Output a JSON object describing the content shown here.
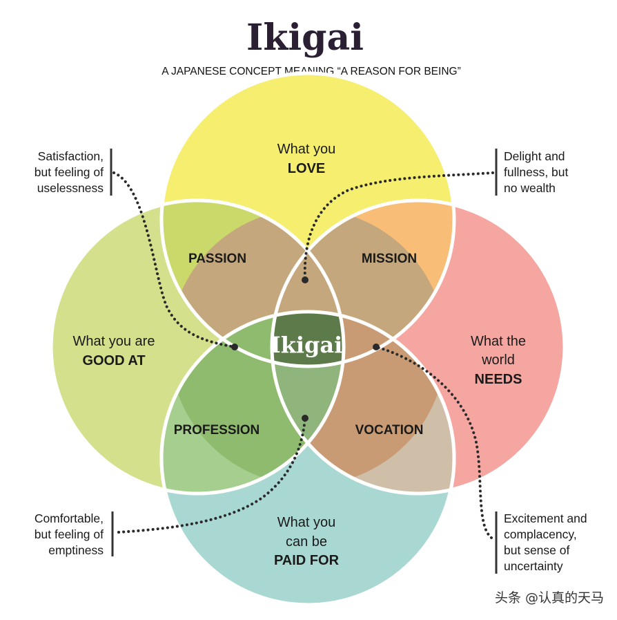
{
  "title": "Ikigai",
  "subtitle": "A JAPANESE CONCEPT MEANING “A REASON FOR BEING”",
  "circles": {
    "love": {
      "line1": "What you",
      "line2": "LOVE",
      "color": "#f5ee6e"
    },
    "good": {
      "line1": "What you are",
      "line2": "GOOD AT",
      "color": "#d4e08c"
    },
    "needs": {
      "line1": "What the",
      "line2": "world",
      "line3": "NEEDS",
      "color": "#f6a6a0"
    },
    "paid": {
      "line1": "What you",
      "line2": "can be",
      "line3": "PAID FOR",
      "color": "#a9d8d3"
    }
  },
  "overlaps": {
    "passion": {
      "label": "PASSION",
      "color": "#cbd96a"
    },
    "mission": {
      "label": "MISSION",
      "color": "#f8be78"
    },
    "profession": {
      "label": "PROFESSION",
      "color": "#a6cf8f"
    },
    "vocation": {
      "label": "VOCATION",
      "color": "#cfbfa9"
    },
    "center": {
      "label": "Ikigai",
      "color": "#5c7a4a"
    }
  },
  "annotations": {
    "top_left": [
      "Satisfaction,",
      "but feeling of",
      "uselessness"
    ],
    "top_right": [
      "Delight and",
      "fullness, but",
      "no wealth"
    ],
    "bottom_left": [
      "Comfortable,",
      "but feeling of",
      "emptiness"
    ],
    "bottom_right": [
      "Excitement and",
      "complacency,",
      "but sense of",
      "uncertainty"
    ]
  },
  "watermark": "头条 @认真的天马"
}
